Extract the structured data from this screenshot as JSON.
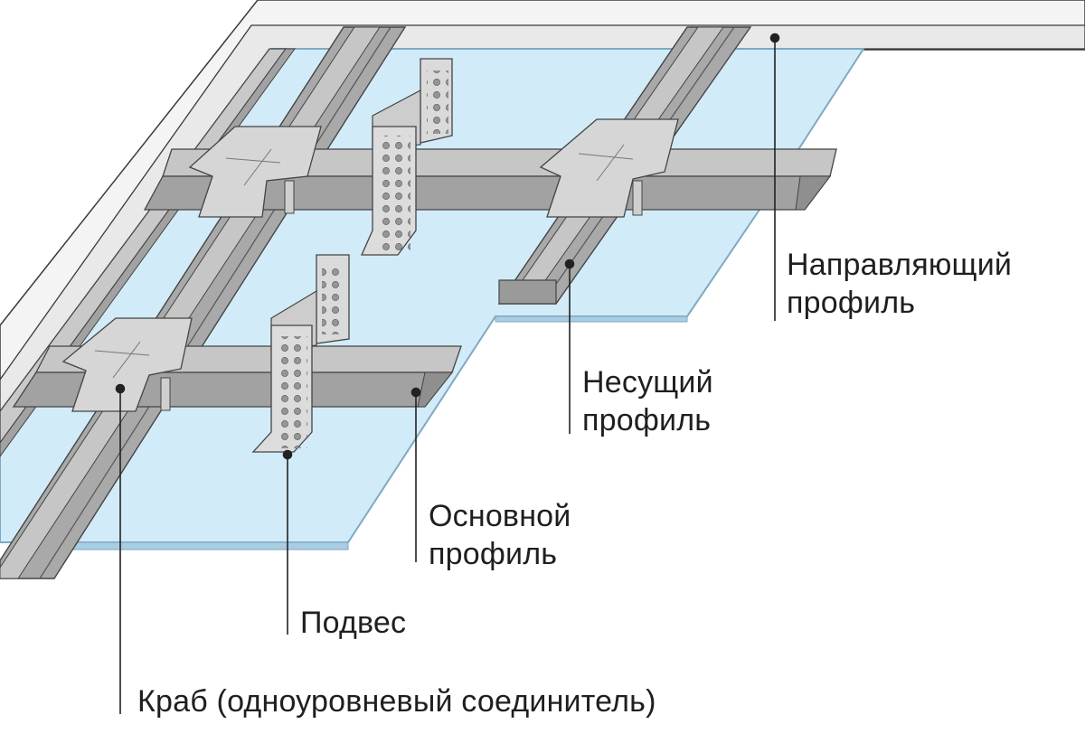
{
  "colors": {
    "board": "#d2ebf8",
    "board_edge": "#7fa9c3",
    "ceiling": "#f5f5f5",
    "profile_face": "#a9a9a9",
    "profile_top": "#c6c6c6",
    "profile_dark": "#808080",
    "crab": "#cfcfcf",
    "hanger": "#d5d5d5",
    "leader": "#222222",
    "text": "#1f1f1f"
  },
  "labels": {
    "guide_profile": {
      "line1": "Направляющий",
      "line2": "профиль"
    },
    "bearing_profile": {
      "line1": "Несущий",
      "line2": "профиль"
    },
    "main_profile": {
      "line1": "Основной",
      "line2": "профиль"
    },
    "hanger": {
      "line1": "Подвес"
    },
    "crab": {
      "line1": "Краб (одноуровневый соединитель)"
    }
  }
}
